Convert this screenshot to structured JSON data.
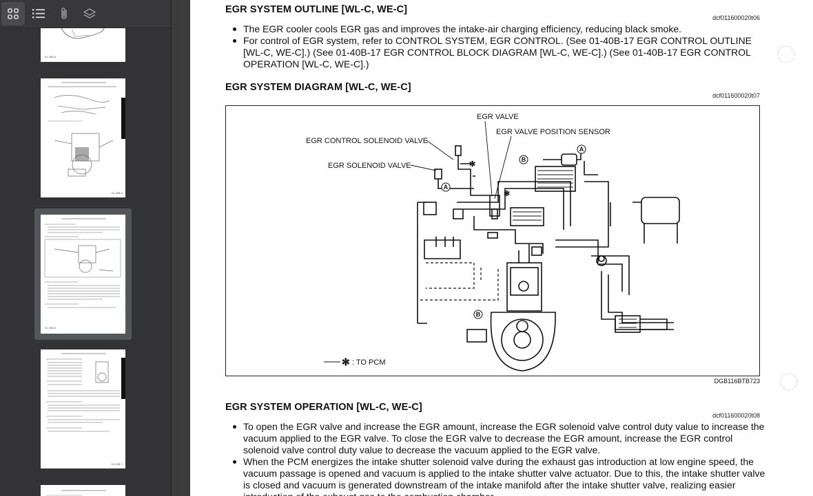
{
  "toolbar": {
    "thumbnails_tooltip": "",
    "icons": [
      "grid-icon",
      "list-icon",
      "paperclip-icon",
      "layers-icon"
    ]
  },
  "thumbnails": {
    "pages": [
      {
        "label": "01-40B-5"
      },
      {
        "label": "01-40B-5"
      },
      {
        "label": "01-40B-6"
      },
      {
        "label": "01-40B-7"
      }
    ]
  },
  "page": {
    "sections": [
      {
        "title": "EGR SYSTEM OUTLINE [WL-C, WE-C]",
        "ref": "dcf011600020t06",
        "bullets": [
          "The EGR cooler cools EGR gas and improves the intake-air charging efficiency, reducing black smoke.",
          "For control of EGR system, refer to CONTROL SYSTEM, EGR CONTROL. (See 01-40B-17 EGR CONTROL OUTLINE [WL-C, WE-C].) (See 01-40B-17 EGR CONTROL BLOCK DIAGRAM [WL-C, WE-C].) (See 01-40B-17 EGR CONTROL OPERATION [WL-C, WE-C].)"
        ]
      },
      {
        "title": "EGR SYSTEM DIAGRAM [WL-C, WE-C]",
        "ref": "dcf011600020t07"
      },
      {
        "title": "EGR SYSTEM OPERATION [WL-C, WE-C]",
        "ref": "dcf011600020t08",
        "bullets": [
          "To open the EGR valve and increase the EGR amount, increase the EGR solenoid valve control duty value to increase the vacuum applied to the EGR valve. To close the EGR valve to decrease the EGR amount, increase the EGR control solenoid valve control duty value to decrease the vacuum applied to the EGR valve.",
          "When the PCM energizes the intake shutter solenoid valve during the exhaust gas introduction at low engine speed, the vacuum passage is opened and vacuum is applied to the intake shutter valve actuator. Due to this, the intake shutter valve is closed and vacuum is generated downstream of the intake manifold after the intake shutter valve, realizing easier introduction of the exhaust gas to the combustion chamber."
        ]
      }
    ],
    "diagram": {
      "labels": {
        "egr_valve": "EGR VALVE",
        "egr_valve_position_sensor": "EGR VALVE POSITION SENSOR",
        "egr_control_solenoid_valve": "EGR CONTROL SOLENOID VALVE",
        "egr_solenoid_valve": "EGR SOLENOID VALVE",
        "to_pcm": ": TO PCM",
        "marker_a": "A",
        "marker_b": "B"
      },
      "code": "DGB116BTB723"
    }
  }
}
